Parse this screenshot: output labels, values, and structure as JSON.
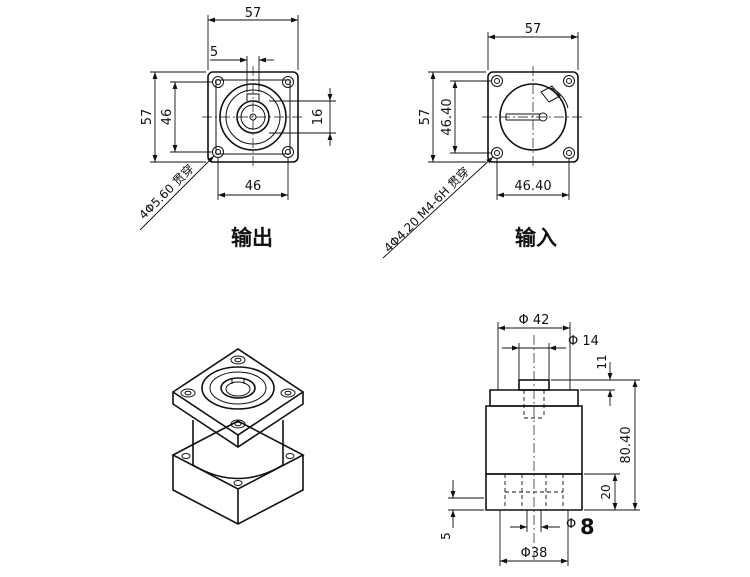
{
  "output_view": {
    "caption": "输出",
    "dim_width": "57",
    "dim_offset": "5",
    "dim_height": "57",
    "dim_pcd_v": "46",
    "dim_shaft": "16",
    "dim_pcd_h": "46",
    "hole_note": "4Φ5.60 贯穿"
  },
  "input_view": {
    "caption": "输入",
    "dim_width": "57",
    "dim_height": "57",
    "dim_pcd_v": "46.40",
    "dim_pcd_h": "46.40",
    "hole_note": "4Φ4.20 M4-6H 贯穿"
  },
  "side_view": {
    "dim_body_dia": "Φ 42",
    "dim_shaft_dia": "Φ 14",
    "dim_shaft_len": "11",
    "dim_total_len": "80.40",
    "dim_base_len": "20",
    "dim_flange": "5",
    "dim_bore": "Φ",
    "dim_bore_value": "8",
    "dim_pilot": "Φ38"
  }
}
